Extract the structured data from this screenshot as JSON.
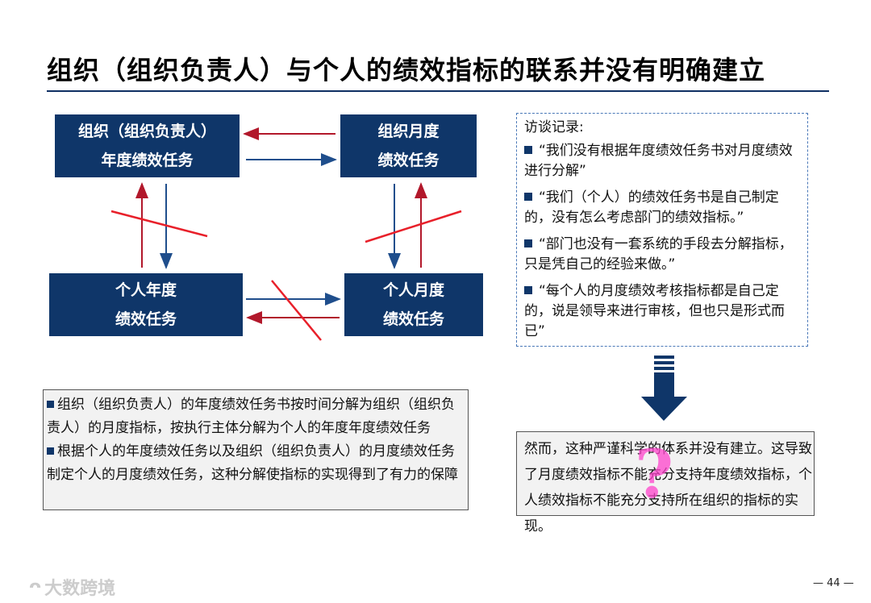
{
  "title": "组织（组织负责人）与个人的绩效指标的联系并没有明确建立",
  "diagram": {
    "org_annual": [
      "组织（组织负责人）",
      "年度绩效任务"
    ],
    "org_monthly": [
      "组织月度",
      "绩效任务"
    ],
    "personal_annual": [
      "个人年度",
      "绩效任务"
    ],
    "personal_monthly": [
      "个人月度",
      "绩效任务"
    ]
  },
  "interview": {
    "header": "访谈记录:",
    "quotes": [
      "“我们没有根据年度绩效任务书对月度绩效进行分解”",
      "“我们（个人）的绩效任务书是自己制定的，没有怎么考虑部门的绩效指标。”",
      "“部门也没有一套系统的手段去分解指标，只是凭自己的经验来做。”",
      "“每个人的月度绩效考核指标都是自己定的，说是领导来进行审核，但也只是形式而已”"
    ]
  },
  "summary": {
    "items": [
      "组织（组织负责人）的年度绩效任务书按时间分解为组织（组织负责人）的月度指标，按执行主体分解为个人的年度年度绩效任务",
      "根据个人的年度绩效任务以及组织（组织负责人）的月度绩效任务制定个人的月度绩效任务，这种分解使指标的实现得到了有力的保障"
    ]
  },
  "conclusion": "然而，这种严谨科学的体系并没有建立。这导致了月度绩效指标不能充分支持年度绩效指标，个人绩效指标不能充分支持所在组织的指标的实现。",
  "question_mark": "?",
  "page_number": "— 44 —",
  "watermark": "大数跨境",
  "colors": {
    "box": "#0f3669",
    "arrow_red": "#b2182b",
    "arrow_blue": "#1f4e8c",
    "cross_red": "#e8202a",
    "qmark": "#ff44cc"
  }
}
